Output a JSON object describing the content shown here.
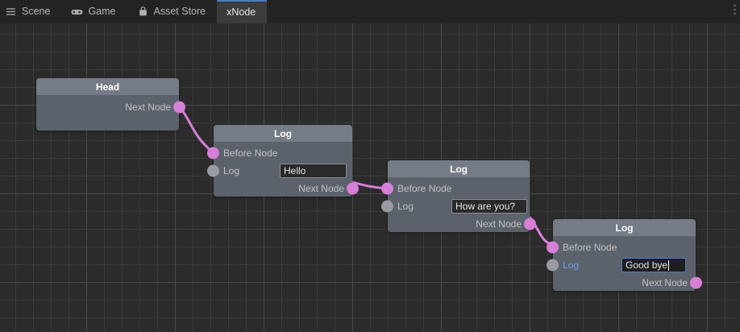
{
  "toolbar": {
    "tabs": [
      {
        "label": "Scene",
        "icon": "layers-icon",
        "active": false
      },
      {
        "label": "Game",
        "icon": "gamepad-icon",
        "active": false
      },
      {
        "label": "Asset Store",
        "icon": "shopping-bag-icon",
        "active": false
      },
      {
        "label": "xNode",
        "icon": "none",
        "active": true
      }
    ]
  },
  "graph": {
    "accent_port_color": "#d67fd6",
    "unconnected_port_color": "#9a9aa3",
    "node_header_color": "#767c87",
    "node_body_color": "#5b626b",
    "focus_color": "#4b7ebd",
    "nodes": [
      {
        "title": "Head",
        "ports_out": [
          {
            "label": "Next Node",
            "connected": true
          }
        ],
        "ports_in": [],
        "field": null
      },
      {
        "title": "Log",
        "ports_in": [
          {
            "label": "Before Node",
            "connected": true
          },
          {
            "label": "Log",
            "connected": false
          }
        ],
        "ports_out": [
          {
            "label": "Next Node",
            "connected": true
          }
        ],
        "field": {
          "value": "Hello",
          "focused": false
        }
      },
      {
        "title": "Log",
        "ports_in": [
          {
            "label": "Before Node",
            "connected": true
          },
          {
            "label": "Log",
            "connected": false
          }
        ],
        "ports_out": [
          {
            "label": "Next Node",
            "connected": true
          }
        ],
        "field": {
          "value": "How are you?",
          "focused": false
        }
      },
      {
        "title": "Log",
        "ports_in": [
          {
            "label": "Before Node",
            "connected": true
          },
          {
            "label": "Log",
            "connected": false,
            "focused": true
          }
        ],
        "ports_out": [
          {
            "label": "Next Node",
            "connected": false
          }
        ],
        "field": {
          "value": "Good bye",
          "focused": true
        }
      }
    ]
  }
}
